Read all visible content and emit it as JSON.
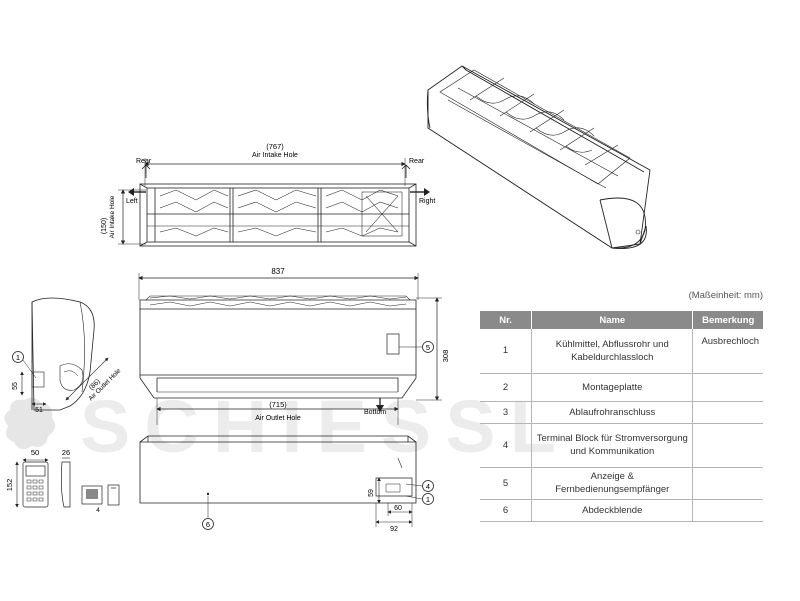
{
  "watermark": {
    "brand": "SCHIESSL"
  },
  "top_view": {
    "dim_width": "(767)",
    "dim_width_label": "Air Intake Hole",
    "dim_depth": "(150)",
    "dim_depth_label": "Air Intake Hole",
    "rear_left": "Rear",
    "rear_right": "Rear",
    "left": "Left",
    "right": "Right"
  },
  "front_view": {
    "width": "837",
    "height": "308",
    "outlet_width": "(715)",
    "outlet_label": "Air Outlet Hole",
    "bottom": "Bottom",
    "callout": "5"
  },
  "side_view": {
    "callout": "1",
    "dim_55": "55",
    "dim_51": "51",
    "dim_86": "(86)",
    "outlet_label": "Air Outlet Hole"
  },
  "remote": {
    "width": "50",
    "height": "152",
    "depth": "26",
    "holder_dim": "4"
  },
  "bottom_view": {
    "callout_6": "6",
    "callout_4": "4",
    "callout_1": "1",
    "dim_59": "59",
    "dim_60": "60",
    "dim_92": "92"
  },
  "legend": {
    "unit_note": "(Maßeinheit: mm)",
    "headers": {
      "nr": "Nr.",
      "name": "Name",
      "remark": "Bemerkung"
    },
    "rows": [
      {
        "nr": "1",
        "name": "Kühlmittel, Abflussrohr und Kabeldurchlassloch",
        "remark": "Ausbrechloch"
      },
      {
        "nr": "2",
        "name": "Montageplatte",
        "remark": ""
      },
      {
        "nr": "3",
        "name": "Ablaufrohranschluss",
        "remark": ""
      },
      {
        "nr": "4",
        "name": "Terminal Block für Stromversorgung und Kommunikation",
        "remark": ""
      },
      {
        "nr": "5",
        "name": "Anzeige & Fernbedienungsempfänger",
        "remark": ""
      },
      {
        "nr": "6",
        "name": "Abdeckblende",
        "remark": ""
      }
    ]
  }
}
